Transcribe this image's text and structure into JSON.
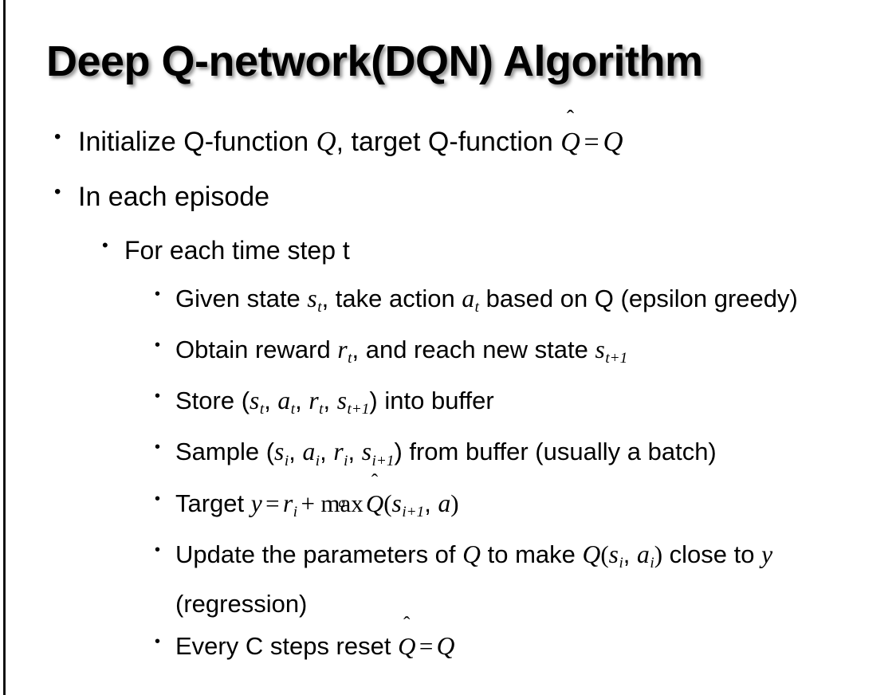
{
  "slide": {
    "title": "Deep Q-network(DQN) Algorithm",
    "bullet_glyph": "•",
    "background_color": "#ffffff",
    "text_color": "#000000",
    "edge_band_color": "#111111"
  },
  "content": {
    "items": [
      {
        "level": 1,
        "id": "initialize",
        "text": "Initialize Q-function Q, target Q-function Q̂ = Q"
      },
      {
        "level": 1,
        "id": "in-each-episode",
        "text": "In each episode"
      },
      {
        "level": 2,
        "id": "for-each-time-step",
        "text": "For each time step t"
      },
      {
        "level": 3,
        "id": "given-state",
        "text": "Given state sₜ, take action aₜ based on Q (epsilon greedy)"
      },
      {
        "level": 3,
        "id": "obtain-reward",
        "text": "Obtain reward rₜ, and reach new state sₜ₊₁"
      },
      {
        "level": 3,
        "id": "store-into-buffer",
        "text": "Store (sₜ, aₜ, rₜ, sₜ₊₁) into buffer"
      },
      {
        "level": 3,
        "id": "sample-from-buffer",
        "text": "Sample (sᵢ, aᵢ, rᵢ, sᵢ₊₁) from buffer (usually a batch)"
      },
      {
        "level": 3,
        "id": "target",
        "text": "Target y = rᵢ + maxₐ Q̂(sᵢ₊₁, a)"
      },
      {
        "level": 3,
        "id": "update-parameters",
        "text": "Update the parameters of Q to make Q(sᵢ, aᵢ) close to y (regression)"
      },
      {
        "level": 3,
        "id": "reset-target",
        "text": "Every C steps reset Q̂ = Q"
      }
    ],
    "fragments": {
      "initialize_a": "Initialize Q-function ",
      "initialize_b": ", target Q-function ",
      "in_each_episode": "In each episode",
      "for_each_time_step": "For each time step t",
      "given_a": "Given state ",
      "given_b": ", take action ",
      "given_c": " based on Q (epsilon greedy)",
      "obtain_a": "Obtain reward ",
      "obtain_b": ", and reach new state ",
      "store_a": "Store (",
      "store_b": ") into buffer",
      "sample_a": "Sample (",
      "sample_b": ") from buffer (usually a batch)",
      "target_a": "Target ",
      "update_a": "Update the parameters of ",
      "update_b": " to make ",
      "update_c": " close to ",
      "update_d": " (regression)",
      "reset_a": "Every C steps reset ",
      "comma": ", ",
      "paren_open": "(",
      "paren_close": ")",
      "equals": "=",
      "plus": "+",
      "max": "max",
      "hat_accent": "̂",
      "sym_Q": "Q",
      "sym_y": "y",
      "sym_a": "a",
      "sym_s": "s",
      "sym_r": "r",
      "sub_t": "t",
      "sub_i": "i",
      "sub_t1": "t+1",
      "sub_i1": "i+1"
    }
  }
}
